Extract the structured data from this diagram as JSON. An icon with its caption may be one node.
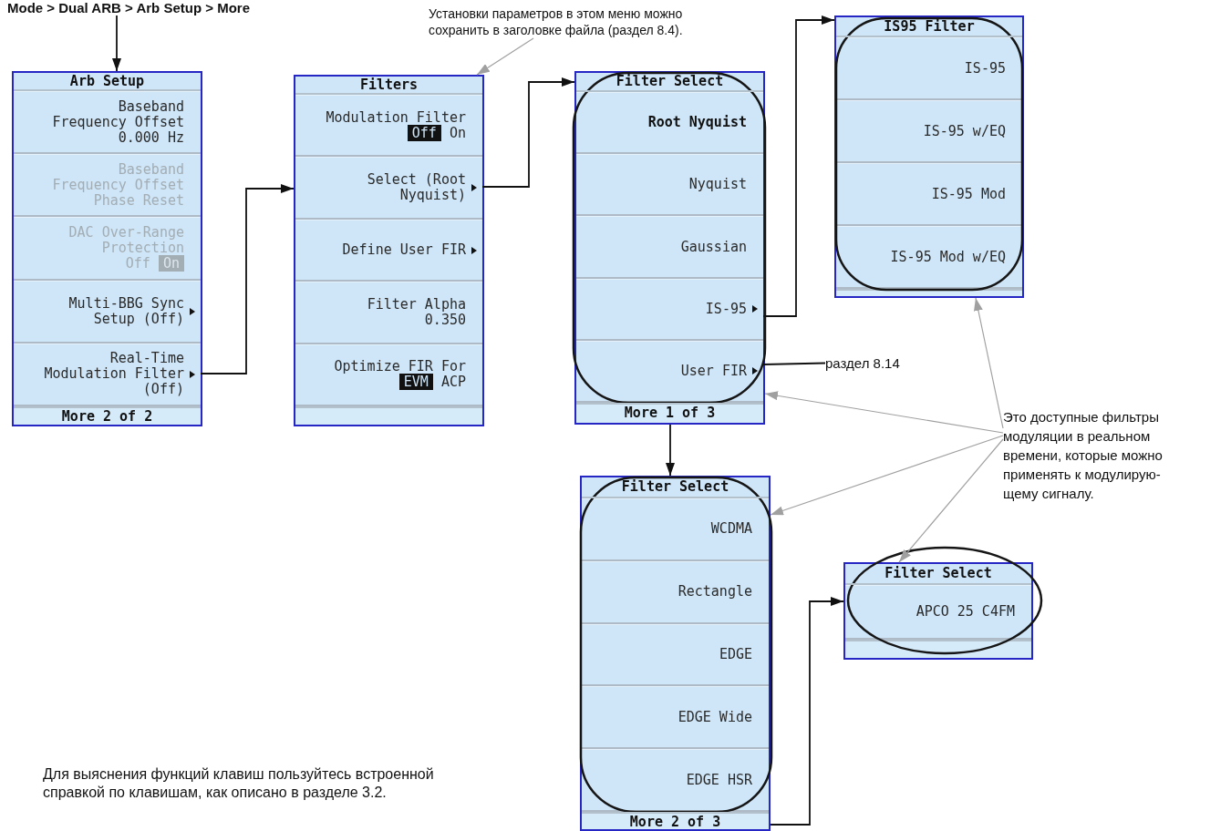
{
  "diagram": {
    "nodes": [
      {
        "text": [
          "Mode > Dual ARB > Arb Setup > More"
        ]
      },
      {
        "text": [
          "Arb Setup"
        ]
      },
      {
        "text": [
          "Baseband Frequency Offset 0.000 Hz"
        ],
        "in": 1
      },
      {
        "text": [
          "Baseband Frequency Offset Phase Reset"
        ],
        "in": 1
      },
      {
        "text": [
          "DAC Over-Range Protection",
          "Off **On**"
        ],
        "in": 1
      },
      {
        "text": [
          "Multi-BBG Sync Setup (Off)"
        ],
        "in": 1
      },
      {
        "text": [
          "Real-Time Modulation Filter (Off)"
        ],
        "in": 1
      },
      {
        "text": [
          "Filters"
        ]
      },
      {
        "text": [
          "Modulation Filter",
          "**Off** On"
        ],
        "in": 7
      },
      {
        "text": [
          "Select (Root Nyquist)"
        ],
        "in": 7
      },
      {
        "text": [
          "Define User FIR"
        ],
        "in": 7
      },
      {
        "text": [
          "Filter Alpha 0.350"
        ],
        "in": 7
      },
      {
        "text": [
          "Optimize FIR For",
          "**EVM** ACP"
        ],
        "in": 7
      },
      {
        "text": [
          "Filter Select"
        ]
      },
      {
        "text": [
          "Root Nyquist"
        ],
        "in": 13
      },
      {
        "text": [
          "Nyquist"
        ],
        "in": 13
      },
      {
        "text": [
          "Gaussian"
        ],
        "in": 13
      },
      {
        "text": [
          "IS-95"
        ],
        "in": 13
      },
      {
        "text": [
          "User FIR"
        ],
        "in": 13
      },
      {
        "text": [
          "IS95 Filter"
        ]
      },
      {
        "text": [
          "IS-95"
        ],
        "in": 19
      },
      {
        "text": [
          "IS-95 w/EQ"
        ],
        "in": 19
      },
      {
        "text": [
          "IS-95 Mod"
        ],
        "in": 19
      },
      {
        "text": [
          "IS-95 Mod w/EQ"
        ],
        "in": 19
      },
      {
        "text": [
          "Filter Select"
        ]
      },
      {
        "text": [
          "WCDMA"
        ],
        "in": 24
      },
      {
        "text": [
          "Rectangle"
        ],
        "in": 24
      },
      {
        "text": [
          "EDGE"
        ],
        "in": 24
      },
      {
        "text": [
          "EDGE Wide"
        ],
        "in": 24
      },
      {
        "text": [
          "EDGE HSR"
        ],
        "in": 24
      },
      {
        "text": [
          "Filter Select"
        ]
      },
      {
        "text": [
          "APCO 25 C4FM"
        ],
        "in": 30
      },
      {
        "text": [
          "Установки параметров в этом меню можно сохранить в заголовке файла (раздел 8.4)."
        ]
      },
      {
        "text": [
          "раздел 8.14"
        ]
      },
      {
        "text": [
          "Это доступные фильтры модуляции в реальном времени, которые можно применять к модулирую-щему сигналу."
        ]
      },
      {
        "text": [],
        "shape": "box",
        "in": 7
      },
      {
        "text": [],
        "shape": "box",
        "in": 19
      },
      {
        "text": [],
        "shape": "box",
        "in": 30
      },
      {
        "text": [
          "More 2 of 2"
        ],
        "in": 1
      },
      {
        "text": [
          "More 1 of 3"
        ],
        "in": 13
      },
      {
        "text": [
          "More 2 of 3"
        ],
        "in": 24
      }
    ],
    "edges": [
      {
        "from": 0,
        "to": 1,
        "arrow": "to"
      },
      {
        "from": 6,
        "to": 7,
        "arrow": "to"
      },
      {
        "from": 9,
        "to": 13,
        "arrow": "to"
      },
      {
        "from": 17,
        "to": 19,
        "arrow": "to"
      },
      {
        "from": 13,
        "to": 24,
        "arrow": "to"
      },
      {
        "from": 24,
        "to": 30,
        "arrow": "to"
      },
      {
        "from": 18,
        "to": 33,
        "arrow": "none"
      },
      {
        "from": 32,
        "to": 7,
        "arrow": "to",
        "color": "#a0a0a0"
      },
      {
        "from": 34,
        "to": 13,
        "arrow": "to",
        "color": "#a0a0a0"
      },
      {
        "from": 34,
        "to": 19,
        "arrow": "to",
        "color": "#a0a0a0"
      },
      {
        "from": 34,
        "to": 24,
        "arrow": "to",
        "color": "#a0a0a0"
      },
      {
        "from": 34,
        "to": 30,
        "arrow": "to",
        "color": "#a0a0a0"
      }
    ],
    "labels": [
      "Для выяснения функций клавиш пользуйтесь встроенной справкой по клавишам, как описано в разделе 3.2."
    ]
  }
}
